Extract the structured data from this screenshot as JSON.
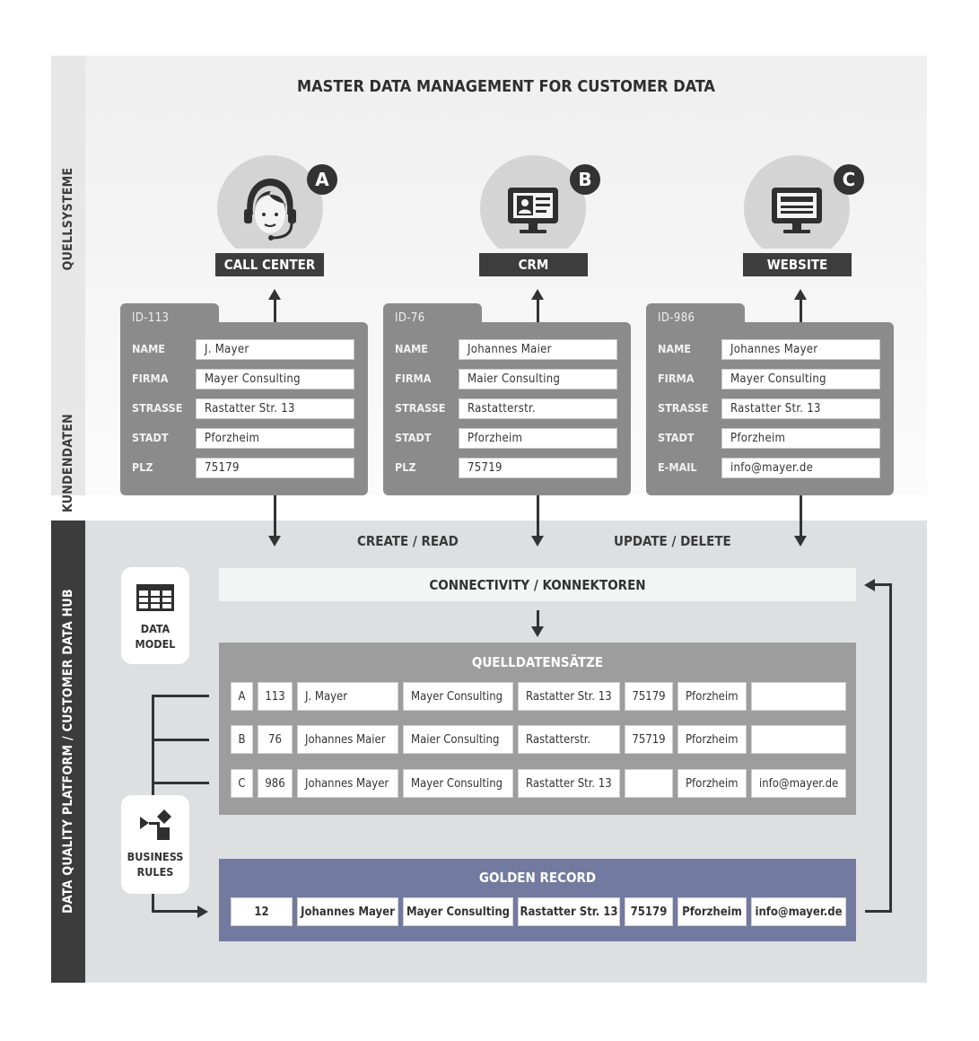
{
  "title": "MASTER DATA MANAGEMENT FOR CUSTOMER DATA",
  "side_labels": {
    "quellsysteme": "QUELLSYSTEME",
    "kundendaten": "KUNDENDATEN",
    "platform": "DATA QUALITY PLATFORM / CUSTOMER DATA HUB"
  },
  "systems": [
    {
      "badge": "A",
      "label": "CALL CENTER",
      "icon": "headset-agent-icon",
      "id": "ID-113",
      "fields": [
        {
          "label": "NAME",
          "value": "J. Mayer"
        },
        {
          "label": "FIRMA",
          "value": "Mayer Consulting"
        },
        {
          "label": "STRASSE",
          "value": "Rastatter Str. 13"
        },
        {
          "label": "STADT",
          "value": "Pforzheim"
        },
        {
          "label": "PLZ",
          "value": "75179"
        }
      ]
    },
    {
      "badge": "B",
      "label": "CRM",
      "icon": "crm-contact-monitor-icon",
      "id": "ID-76",
      "fields": [
        {
          "label": "NAME",
          "value": "Johannes Maier"
        },
        {
          "label": "FIRMA",
          "value": "Maier Consulting"
        },
        {
          "label": "STRASSE",
          "value": "Rastatterstr."
        },
        {
          "label": "STADT",
          "value": "Pforzheim"
        },
        {
          "label": "PLZ",
          "value": "75719"
        }
      ]
    },
    {
      "badge": "C",
      "label": "WEBSITE",
      "icon": "website-monitor-icon",
      "id": "ID-986",
      "fields": [
        {
          "label": "NAME",
          "value": "Johannes Mayer"
        },
        {
          "label": "FIRMA",
          "value": "Mayer Consulting"
        },
        {
          "label": "STRASSE",
          "value": "Rastatter Str. 13"
        },
        {
          "label": "STADT",
          "value": "Pforzheim"
        },
        {
          "label": "E-MAIL",
          "value": "info@mayer.de"
        }
      ]
    }
  ],
  "operations": {
    "create_read": "CREATE / READ",
    "update_delete": "UPDATE / DELETE"
  },
  "connectivity": "CONNECTIVITY / KONNEKTOREN",
  "data_model": {
    "line1": "DATA",
    "line2": "MODEL",
    "icon": "table-grid-icon"
  },
  "business_rules": {
    "line1": "BUSINESS",
    "line2": "RULES",
    "icon": "flow-rules-icon"
  },
  "source_records": {
    "title": "QUELLDATENSÄTZE",
    "rows": [
      [
        "A",
        "113",
        "J. Mayer",
        "Mayer Consulting",
        "Rastatter Str. 13",
        "75179",
        "Pforzheim",
        ""
      ],
      [
        "B",
        "76",
        "Johannes Maier",
        "Maier Consulting",
        "Rastatterstr.",
        "75719",
        "Pforzheim",
        ""
      ],
      [
        "C",
        "986",
        "Johannes Mayer",
        "Mayer Consulting",
        "Rastatter Str. 13",
        "",
        "Pforzheim",
        "info@mayer.de"
      ]
    ]
  },
  "golden_record": {
    "title": "GOLDEN RECORD",
    "row": [
      "12",
      "Johannes Mayer",
      "Mayer Consulting",
      "Rastatter Str. 13",
      "75179",
      "Pforzheim",
      "info@mayer.de"
    ]
  },
  "colors": {
    "golden": "#737aa0",
    "card": "#8b8b8b",
    "dark": "#3c3c3c"
  }
}
